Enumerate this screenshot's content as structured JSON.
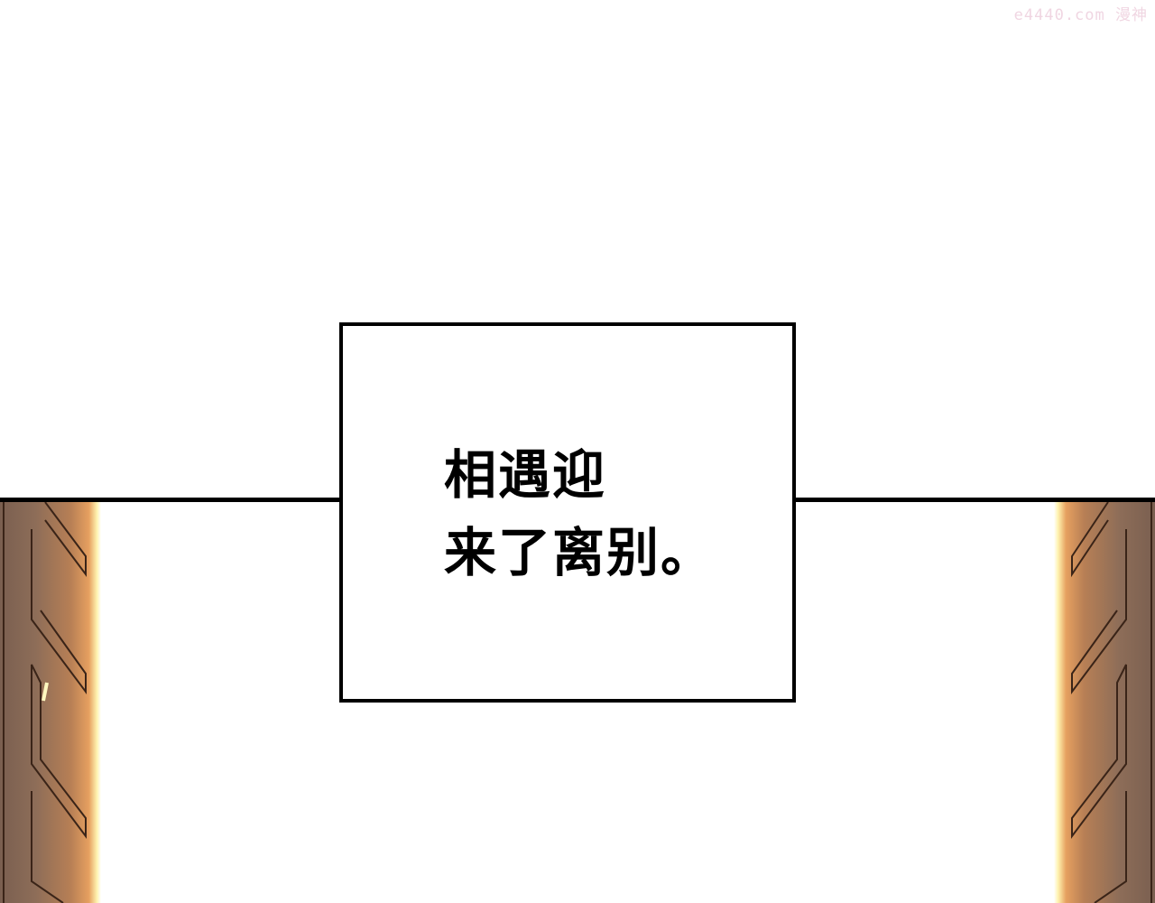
{
  "watermark": "e4440.com 漫神",
  "caption": {
    "line1": "相遇迎",
    "line2": "来了离别。"
  }
}
